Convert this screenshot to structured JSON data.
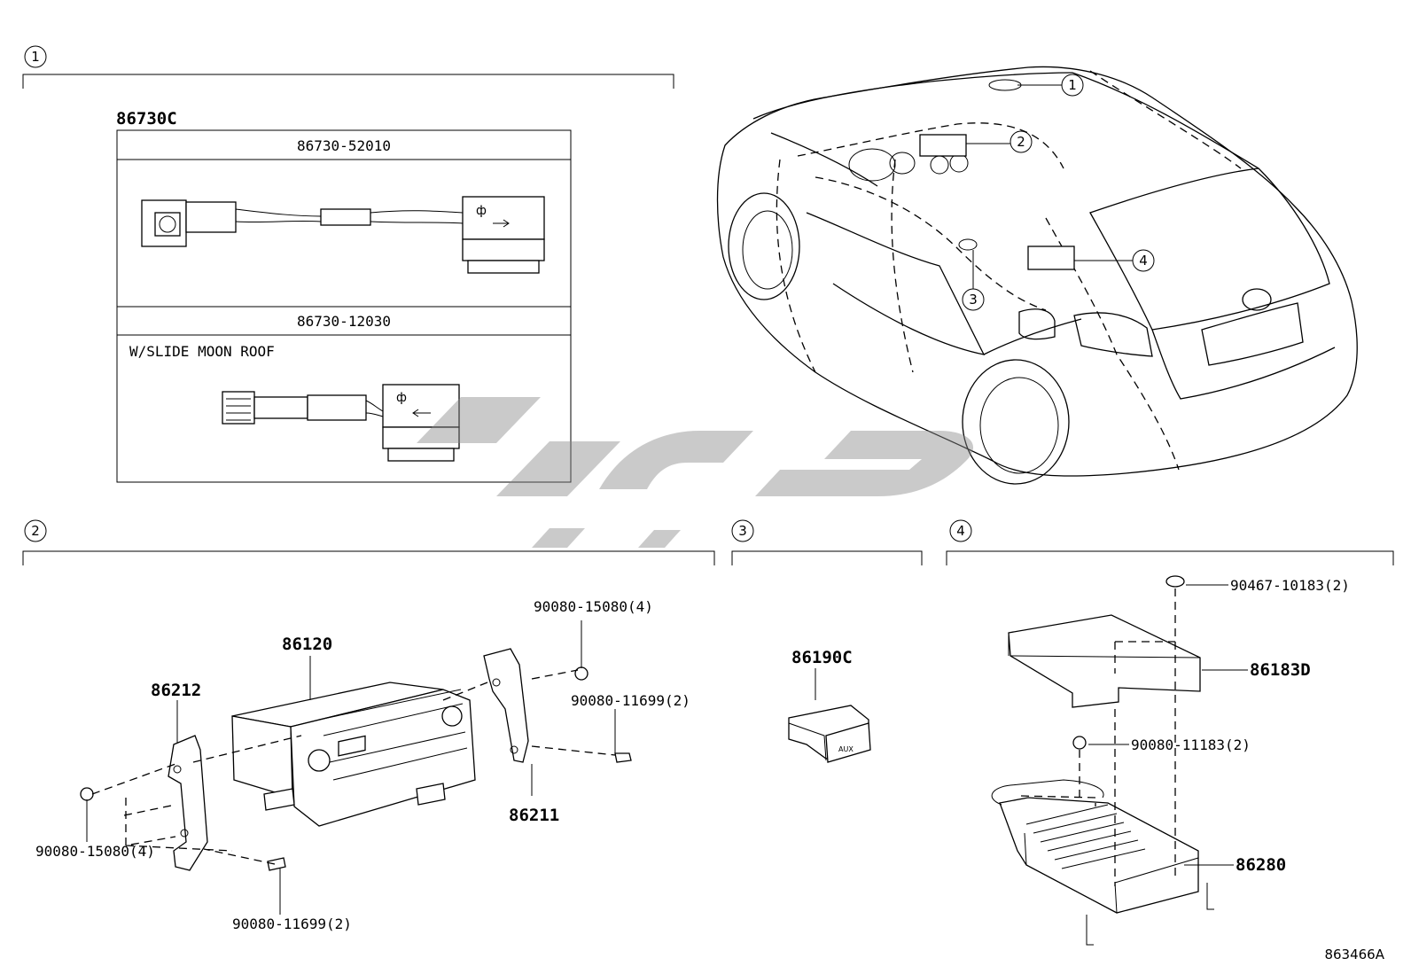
{
  "figure_id": "863466A",
  "callouts": [
    "1",
    "2",
    "3",
    "4"
  ],
  "section1": {
    "assembly": "86730C",
    "variant_a": {
      "part_no": "86730-52010"
    },
    "variant_b": {
      "part_no": "86730-12030",
      "condition": "W/SLIDE MOON ROOF"
    }
  },
  "section2": {
    "parts": {
      "radio": "86120",
      "bracket_left": "86212",
      "bracket_right": "86211",
      "screw_top": "90080-15080(4)",
      "bolt_right": "90080-11699(2)",
      "screw_left": "90080-15080(4)",
      "bolt_bottom": "90080-11699(2)"
    }
  },
  "section3": {
    "parts": {
      "aux_jack": "86190C"
    },
    "aux_text": "AUX"
  },
  "section4": {
    "parts": {
      "clip": "90467-10183(2)",
      "cover": "86183D",
      "bolt": "90080-11183(2)",
      "amplifier": "86280"
    }
  },
  "watermark_color": "#8a8a8a"
}
